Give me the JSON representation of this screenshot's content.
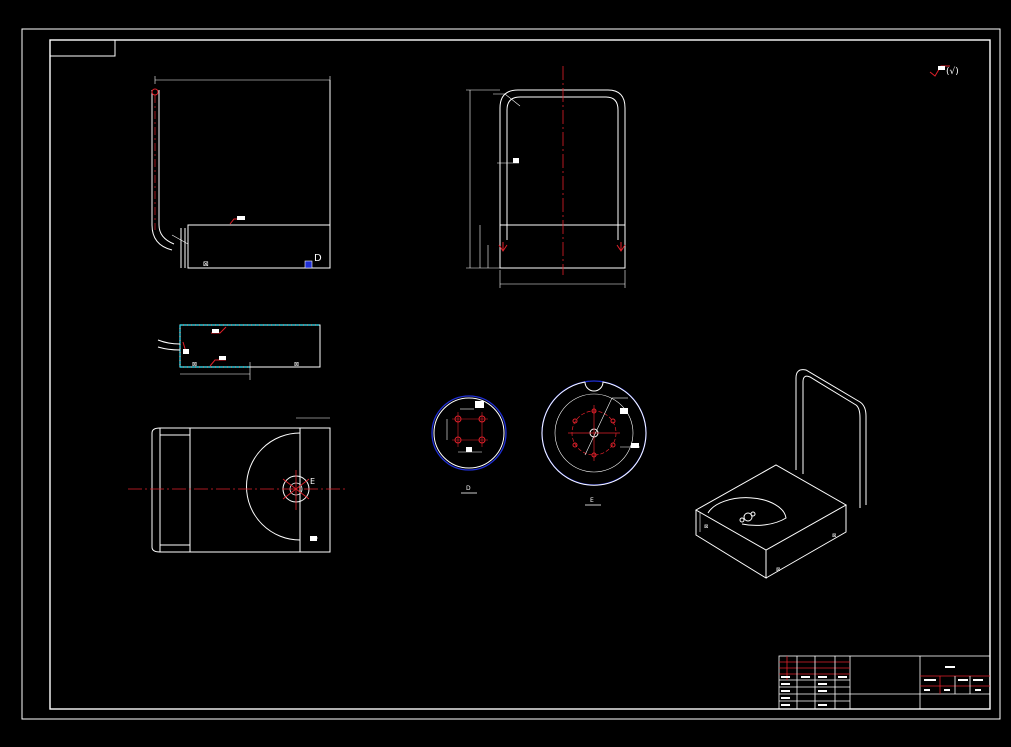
{
  "colors": {
    "background": "#000000",
    "line": "#ffffff",
    "center_line": "#e0202a",
    "section_line": "#1f2fd6",
    "hidden_line": "#30c8d8"
  },
  "labels": {
    "view_d_letter": "D",
    "detail_d_letter": "D",
    "detail_e_letter": "E",
    "cut_e_letter": "E",
    "roughness_mark": "(√)"
  }
}
